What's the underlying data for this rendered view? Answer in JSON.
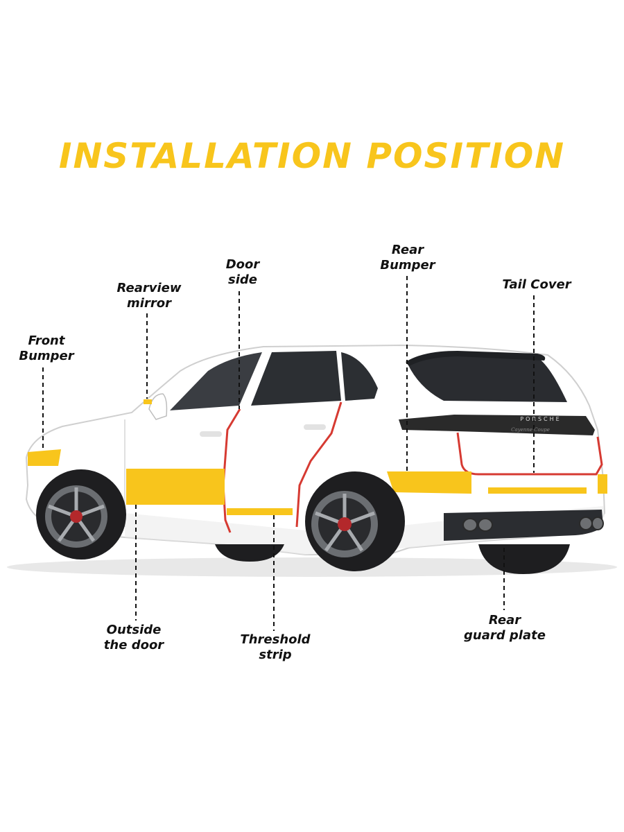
{
  "title": "INSTALLATION POSITION",
  "colors": {
    "title": "#f8c51c",
    "protection_film": "#f8c51c",
    "door_edge_strip": "#d63a32",
    "car_body": "#ffffff",
    "label_text": "#111111"
  },
  "labels": {
    "front_bumper": [
      "Front",
      "Bumper"
    ],
    "rearview_mirror": [
      "Rearview",
      "mirror"
    ],
    "door_side": [
      "Door",
      "side"
    ],
    "rear_bumper": [
      "Rear",
      "Bumper"
    ],
    "tail_cover": [
      "Tail Cover"
    ],
    "outside_door": [
      "Outside",
      "the door"
    ],
    "threshold_strip": [
      "Threshold",
      "strip"
    ],
    "rear_guard_plate": [
      "Rear",
      "guard plate"
    ]
  },
  "car": {
    "badge_text": "PORSCHE",
    "model_text": "Cayenne Coupe"
  }
}
